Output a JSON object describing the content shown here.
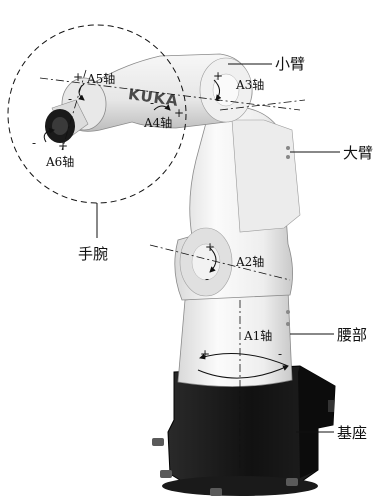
{
  "brand": "KUKA",
  "axes": {
    "a1": "A1轴",
    "a2": "A2轴",
    "a3": "A3轴",
    "a4": "A4轴",
    "a5": "A5轴",
    "a6": "A6轴"
  },
  "parts": {
    "forearm": "小臂",
    "upper_arm": "大臂",
    "wrist": "手腕",
    "waist": "腰部",
    "base": "基座"
  },
  "signs": {
    "plus": "+",
    "minus": "-"
  },
  "colors": {
    "robot_body": "#f4f4f4",
    "base": "#1c1c1c",
    "line": "#111111"
  }
}
